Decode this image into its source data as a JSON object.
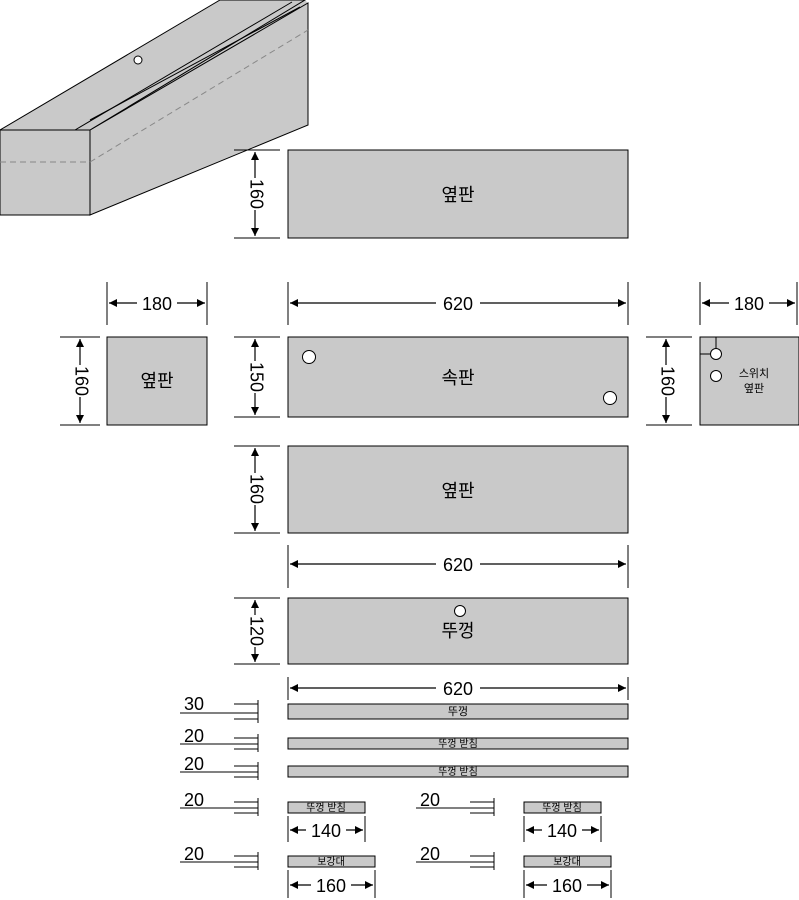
{
  "labels": {
    "side_panel": "옆판",
    "inner_panel": "속판",
    "switch_panel_line1": "스위치",
    "switch_panel_line2": "옆판",
    "lid": "뚜껑",
    "lid_support": "뚜껑 받침",
    "reinforcement": "보강대"
  },
  "dimensions": {
    "h160": "160",
    "h150": "150",
    "h120": "120",
    "w180": "180",
    "w620": "620",
    "t30": "30",
    "t20": "20",
    "w140": "140",
    "w160": "160"
  }
}
